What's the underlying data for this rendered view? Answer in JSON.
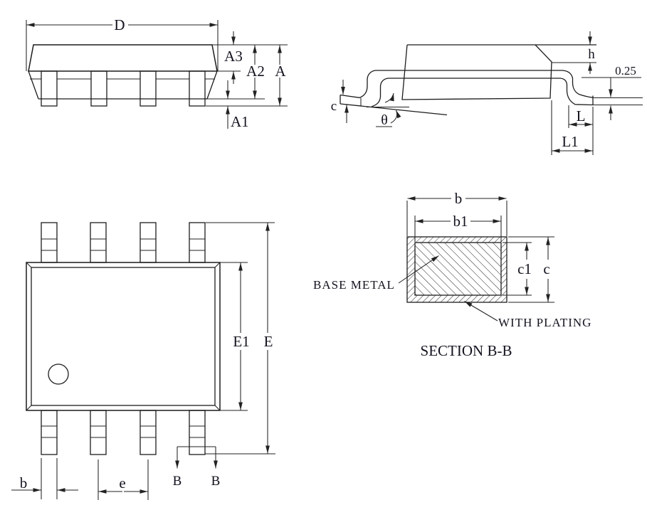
{
  "drawing": {
    "background": "#ffffff",
    "line_color": "#222222",
    "side_view": {
      "d": "D",
      "a3": "A3",
      "a2": "A2",
      "a": "A",
      "a1": "A1"
    },
    "end_view": {
      "h": "h",
      "gauge": "0.25",
      "c": "c",
      "theta": "θ",
      "l": "L",
      "l1": "L1"
    },
    "top_view": {
      "e1": "E1",
      "e_span": "E",
      "b": "b",
      "pitch": "e",
      "section_b_left": "B",
      "section_b_right": "B"
    },
    "section_view": {
      "b": "b",
      "b1": "b1",
      "c1": "c1",
      "c": "c",
      "base_metal": "BASE METAL",
      "with_plating": "WITH PLATING",
      "caption": "SECTION B-B"
    }
  }
}
